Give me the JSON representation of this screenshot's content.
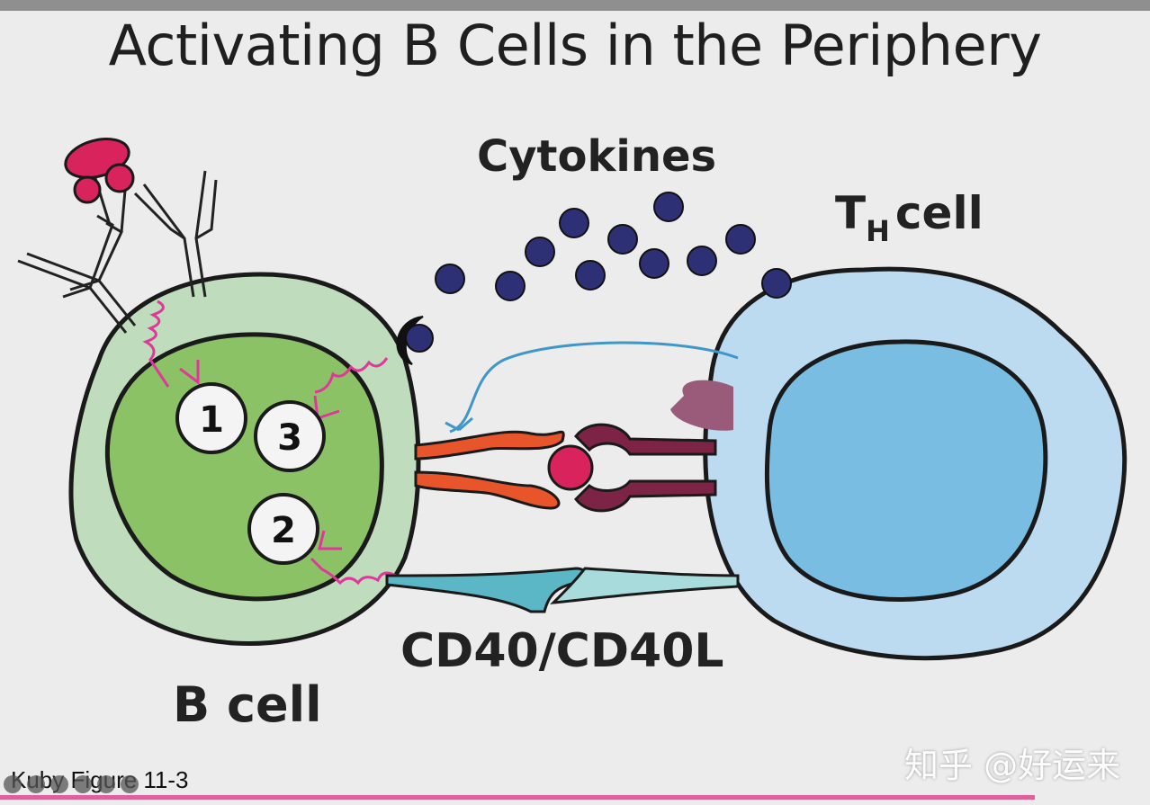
{
  "title": "Activating B Cells in the Periphery",
  "labels": {
    "cytokines": "Cytokines",
    "th_main": "T",
    "th_sub": "H",
    "th_rest": "cell",
    "cd40": "CD40/CD40L",
    "bcell": "B cell",
    "signal_1": "1",
    "signal_2": "2",
    "signal_3": "3"
  },
  "caption": "Kuby Figure 11-3",
  "watermark": "知乎 @好运来",
  "colors": {
    "bcell_outer": "#bfdcbc",
    "bcell_nucleus": "#8cc266",
    "th_outer": "#bcdaf0",
    "th_nucleus": "#79bde3",
    "cytokine": "#2e3075",
    "antigen": "#d9235c",
    "cd40": "#e9552b",
    "tcr": "#7d2446",
    "signal_arrow": "#e0389a"
  }
}
